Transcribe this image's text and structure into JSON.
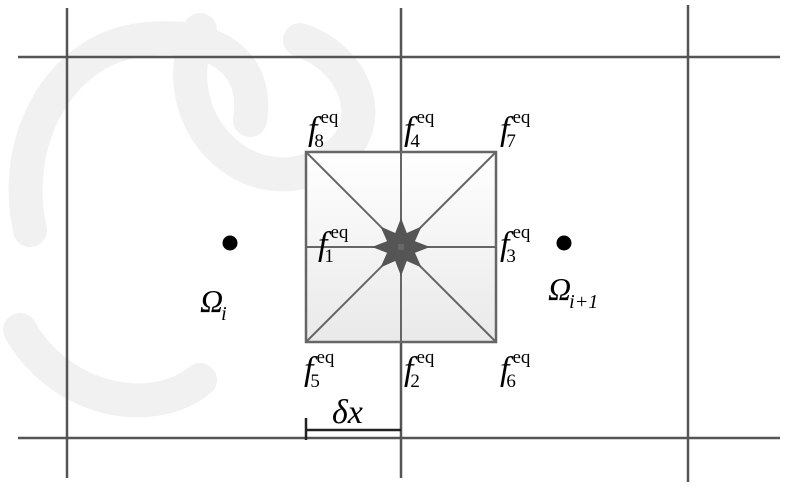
{
  "distribution_labels": [
    {
      "id": "f8",
      "symbol": "f",
      "superscript": "eq",
      "subscript": "8"
    },
    {
      "id": "f4",
      "symbol": "f",
      "superscript": "eq",
      "subscript": "4"
    },
    {
      "id": "f7",
      "symbol": "f",
      "superscript": "eq",
      "subscript": "7"
    },
    {
      "id": "f1",
      "symbol": "f",
      "superscript": "eq",
      "subscript": "1"
    },
    {
      "id": "f3",
      "symbol": "f",
      "superscript": "eq",
      "subscript": "3"
    },
    {
      "id": "f5",
      "symbol": "f",
      "superscript": "eq",
      "subscript": "5"
    },
    {
      "id": "f2",
      "symbol": "f",
      "superscript": "eq",
      "subscript": "2"
    },
    {
      "id": "f6",
      "symbol": "f",
      "superscript": "eq",
      "subscript": "6"
    }
  ],
  "nodes": [
    {
      "id": "omega-i",
      "symbol": "Ω",
      "subscript": "i"
    },
    {
      "id": "omega-i1",
      "symbol": "Ω",
      "subscript": "i+1"
    }
  ],
  "spacing_label": "δx",
  "colors": {
    "grid_line": "#555555",
    "cell_stroke": "#666666",
    "cell_fill_top": "#ffffff",
    "cell_fill_bottom": "#e9e9e9",
    "arrow": "#555555",
    "node": "#000000",
    "watermark": "#f1f1f1"
  }
}
